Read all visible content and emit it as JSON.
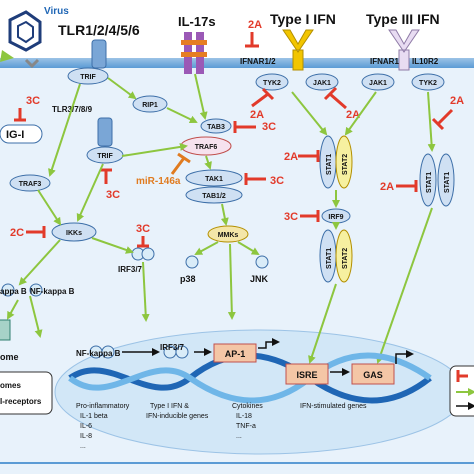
{
  "virus_label": "Virus",
  "receptors": {
    "tlr_surface": "TLR1/2/4/5/6",
    "il17": "IL-17s",
    "type1_ifn": "Type I IFN",
    "type3_ifn": "Type III IFN",
    "ifnar": "IFNAR1/2",
    "ifnar1": "IFNAR1",
    "il10r2": "IL10R2",
    "tlr_endo": "TLR3/7/8/9"
  },
  "nodes": {
    "trif_top": "TRIF",
    "rip1": "RIP1",
    "trif_endo": "TRIF",
    "rig": "IG-I",
    "traf3": "TRAF3",
    "tab3": "TAB3",
    "traf6": "TRAF6",
    "tak1": "TAK1",
    "tab12": "TAB1/2",
    "ikks": "IKKs",
    "irf37": "IRF3/7",
    "mmks": "MMKs",
    "p38": "p38",
    "jnk": "JNK",
    "nfkb1": "appa B",
    "nfkb2": "NF-kappa B",
    "ome": "ome",
    "tyk2_a": "TYK2",
    "jak1_a": "JAK1",
    "jak1_b": "JAK1",
    "tyk2_b": "TYK2",
    "stat1_a": "STAT1",
    "stat2_a": "STAT2",
    "irf9": "IRF9",
    "stat1_b": "STAT1",
    "stat2_b": "STAT2",
    "stat1_c": "STAT1",
    "stat1_d": "STAT1",
    "nucleus_nfkb": "NF-kappa B",
    "nucleus_irf37": "IRF3/7",
    "ap1": "AP-1",
    "isre": "ISRE",
    "gas": "GAS"
  },
  "inhibitors": {
    "i2a_top": "2A",
    "i3c_rig": "3C",
    "i3c_tab3": "3C",
    "i3c_endo": "3C",
    "mir": "miR-146a",
    "i3c_tak1": "3C",
    "i2a_jak": "2A",
    "i2a_ifnar": "2A",
    "i2a_stat": "2A",
    "i3c_irf9": "3C",
    "i2a_right": "2A",
    "i2a_far": "2A",
    "i2c": "2C",
    "i3c_irf": "3C"
  },
  "gene_labels": {
    "pro": "Pro-inflammatory",
    "pro_items": [
      "IL-1 beta",
      "IL-6",
      "IL-8",
      "..."
    ],
    "type1": "Type I IFN &",
    "type1b": "IFN-inducible genes",
    "cytokines": "Cytokines",
    "cyt_items": [
      "IL-18",
      "TNF-a",
      "..."
    ],
    "isg": "IFN-stimulated genes"
  },
  "legend_left": [
    "omes",
    "I-receptors"
  ],
  "colors": {
    "cytoplasm": "#e8f2fb",
    "membrane": "#5b9bd5",
    "oval_fill": "#cfe0f3",
    "oval_stroke": "#3d6fa8",
    "stat2_fill": "#f6f0a0",
    "inhibit": "#e23a2a",
    "arrow": "#8dc63f",
    "dna_blue": "#1f66b5",
    "dna_light": "#6fb6e8",
    "box_fill": "#f4c6a6",
    "box_stroke": "#c0504d",
    "nucleus": "#d2e7f7"
  }
}
